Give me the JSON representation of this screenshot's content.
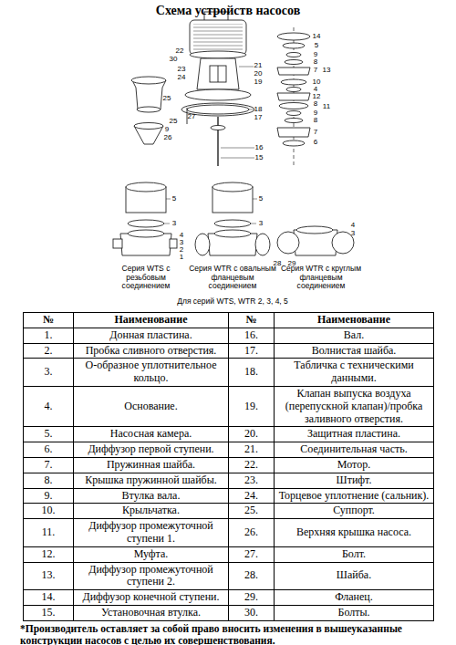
{
  "diagram": {
    "title": "Схема устройств насосов",
    "caption": "*Производитель оставляет за собой право вносить изменения в вышеуказанные конструкции насосов с целью их совершенствования.",
    "labels": [
      "22",
      "30",
      "23",
      "24",
      "25",
      "25",
      "9",
      "26",
      "27",
      "21",
      "20",
      "19",
      "18",
      "17",
      "16",
      "15",
      "14",
      "5",
      "9",
      "8",
      "7",
      "13",
      "10",
      "4",
      "12",
      "8",
      "11",
      "9",
      "8",
      "7",
      "6",
      "5",
      "3",
      "5",
      "3",
      "4",
      "3",
      "2",
      "1",
      "4",
      "3",
      "28",
      "29",
      "Серия WTS с резьбовым соединением",
      "Серия WTR с овальным фланцевым соединением",
      "Серия WTR с круглым фланцевым соединением",
      "Для серий WTS, WTR 2, 3, 4, 5",
      "№",
      "Наименование",
      "№",
      "Наименование",
      "1.",
      "Донная пластина.",
      "16.",
      "Вал.",
      "2.",
      "Пробка сливного отверстия.",
      "17.",
      "Волнистая шайба.",
      "3.",
      "О-образное уплотнительное кольцо.",
      "18.",
      "Табличка с техническими данными.",
      "4.",
      "Основание.",
      "19.",
      "Клапан выпуска воздуха (перепускной клапан)/пробка заливного отверстия.",
      "5.",
      "Насосная камера.",
      "20.",
      "Защитная пластина.",
      "6.",
      "Диффузор первой ступени.",
      "21.",
      "Соединительная часть.",
      "7.",
      "Пружинная шайба.",
      "22.",
      "Мотор.",
      "8.",
      "Крышка пружинной шайбы.",
      "23.",
      "Штифт.",
      "9.",
      "Втулка вала.",
      "24.",
      "Торцевое уплотнение (сальник).",
      "10.",
      "Крыльчатка.",
      "25.",
      "Суппорт.",
      "11.",
      "Диффузор промежуточной ступени 1.",
      "26.",
      "Верхняя крышка насоса.",
      "12.",
      "Муфта.",
      "27.",
      "Болт.",
      "13.",
      "Диффузор промежуточной ступени 2.",
      "28.",
      "Шайба.",
      "14.",
      "Диффузор конечной ступени.",
      "29.",
      "Фланец.",
      "15.",
      "Установочная втулка.",
      "30.",
      "Болты."
    ]
  }
}
